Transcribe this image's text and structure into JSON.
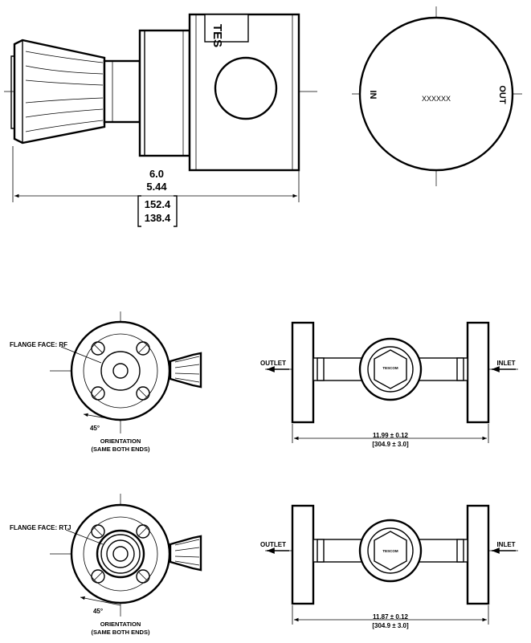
{
  "top_view": {
    "body_label": "TES",
    "dim_overall": "6.0",
    "dim_body": "5.44",
    "dim_overall_metric": "152.4",
    "dim_body_metric": "138.4"
  },
  "port_view": {
    "in_label": "IN",
    "out_label": "OUT",
    "code_label": "XXXXXX"
  },
  "flange_rf": {
    "face_label": "FLANGE FACE: RF",
    "angle_label": "45°",
    "orientation_label": "ORIENTATION",
    "orientation_note": "(SAME BOTH ENDS)",
    "outlet_label": "OUTLET",
    "inlet_label": "INLET",
    "badge_label": "TESCOM",
    "length_label": "11.99 ± 0.12",
    "length_metric": "[304.9 ± 3.0]"
  },
  "flange_rtj": {
    "face_label": "FLANGE FACE: RTJ",
    "angle_label": "45°",
    "orientation_label": "ORIENTATION",
    "orientation_note": "(SAME BOTH ENDS)",
    "outlet_label": "OUTLET",
    "inlet_label": "INLET",
    "badge_label": "TESCOM",
    "length_label": "11.87 ± 0.12",
    "length_metric": "[304.9 ± 3.0]"
  }
}
